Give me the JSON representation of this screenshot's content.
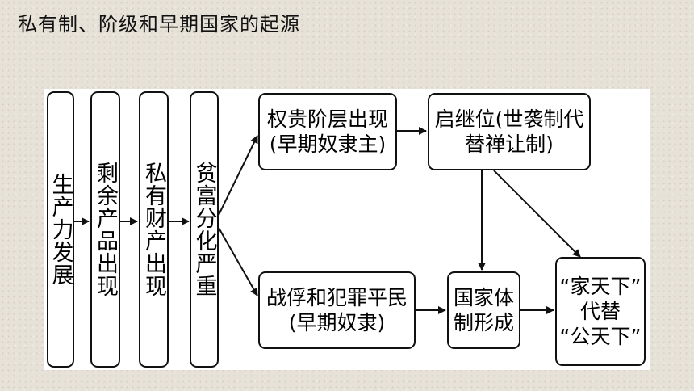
{
  "title": "私有制、阶级和早期国家的起源",
  "nodes": {
    "productivity": "生产力发展",
    "surplus": "剩余产品出现",
    "private_property": "私有财产出现",
    "wealth_gap": "贫富分化严重",
    "nobility": {
      "line1": "权贵阶层出现",
      "line2": "(早期奴隶主)"
    },
    "succession": {
      "line1": "启继位(世袭制代",
      "line2": "替禅让制)"
    },
    "captives": {
      "line1": "战俘和犯罪平民",
      "line2": "(早期奴隶)"
    },
    "state": {
      "line1": "国家体",
      "line2": "制形成"
    },
    "family_rule": {
      "line1": "“家天下”",
      "line2": "代替",
      "line3": "“公天下”"
    }
  }
}
